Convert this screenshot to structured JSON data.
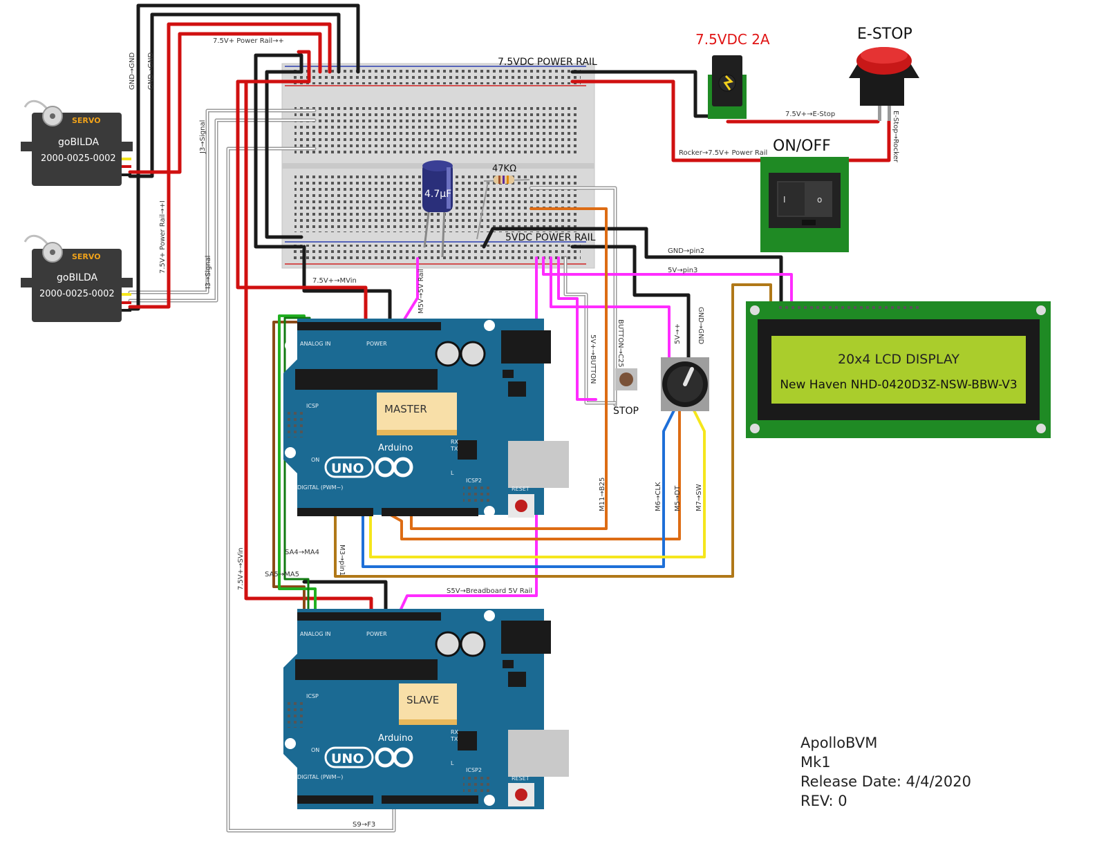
{
  "components": {
    "servo_top": {
      "badge": "SERVO",
      "brand": "goBILDA",
      "part": "2000-0025-0002"
    },
    "servo_bottom": {
      "badge": "SERVO",
      "brand": "goBILDA",
      "part": "2000-0025-0002"
    },
    "breadboard": {
      "rail_top_label": "7.5VDC POWER RAIL",
      "rail_bottom_label": "5VDC POWER RAIL"
    },
    "capacitor": {
      "value": "4.7µF"
    },
    "resistor": {
      "value": "47KΩ"
    },
    "power_jack": {
      "label": "7.5VDC 2A"
    },
    "estop": {
      "label": "E-STOP"
    },
    "rocker": {
      "label": "ON/OFF"
    },
    "lcd": {
      "line1": "20x4 LCD DISPLAY",
      "line2": "New Haven NHD-0420D3Z-NSW-BBW-V3"
    },
    "stop_button": {
      "label": "STOP"
    },
    "master": {
      "tag": "MASTER",
      "brand": "Arduino",
      "model": "UNO",
      "digital": "DIGITAL (PWM~)",
      "analog": "ANALOG IN",
      "power": "POWER",
      "icsp": "ICSP",
      "icsp2": "ICSP2",
      "reset": "RESET",
      "on": "ON",
      "tx": "TX",
      "rx": "RX",
      "l": "L"
    },
    "slave": {
      "tag": "SLAVE",
      "brand": "Arduino",
      "model": "UNO",
      "digital": "DIGITAL (PWM~)",
      "analog": "ANALOG IN",
      "power": "POWER",
      "icsp": "ICSP",
      "icsp2": "ICSP2",
      "reset": "RESET",
      "on": "ON",
      "tx": "TX",
      "rx": "RX",
      "l": "L"
    }
  },
  "wire_labels": {
    "gnd_gnd_a": "GND→GND",
    "gnd_gnd_b": "GND→GND",
    "power_rail_top": "7.5V+ Power Rail→+",
    "j3_signal": "J3→Signal",
    "power_rail_side": "7.5V+ Power Rail→+I",
    "i3_signal": "I3→Signal",
    "mvin": "7.5V+→MVin",
    "m5v": "M5V→5V Rail",
    "estop_wire": "7.5V+→E-Stop",
    "rocker_wire": "Rocker→7.5V+ Power Rail",
    "estop_rocker": "E-Stop→Rocker",
    "gnd_pin2": "GND→pin2",
    "fivev_pin3": "5V→pin3",
    "fivev_button": "5V+→BUTTON",
    "button_c25": "BUTTON→C25",
    "fivev_plus": "5V→+",
    "gnd_gnd_enc": "GND→GND",
    "m11_b25": "M11→B25",
    "m6_clk": "M6→CLK",
    "m5_dt": "M5→DT",
    "m7_sw": "M7→SW",
    "m3_pin1": "M3→pin1",
    "sa4_ma4": "SA4→MA4",
    "sa5_ma5": "SA5→MA5",
    "svin": "7.5V+→SVin",
    "s5v": "S5V→Breadboard 5V Rail",
    "s9_f3": "S9→F3"
  },
  "info": {
    "project": "ApolloBVM",
    "version": "Mk1",
    "release": "Release Date:  4/4/2020",
    "rev": "REV: 0"
  },
  "colors": {
    "red": "#d01010",
    "black": "#1a1a1a",
    "green": "#22b022",
    "magenta": "#ff2cff",
    "orange": "#dd6c14",
    "blue": "#1e6fd8",
    "yellow": "#f5e61c",
    "brown": "#b07818",
    "gray": "#999999",
    "arduino": "#1b6a93",
    "lcd_pcb": "#1f8a24",
    "lcd_screen": "#aacd2c"
  }
}
